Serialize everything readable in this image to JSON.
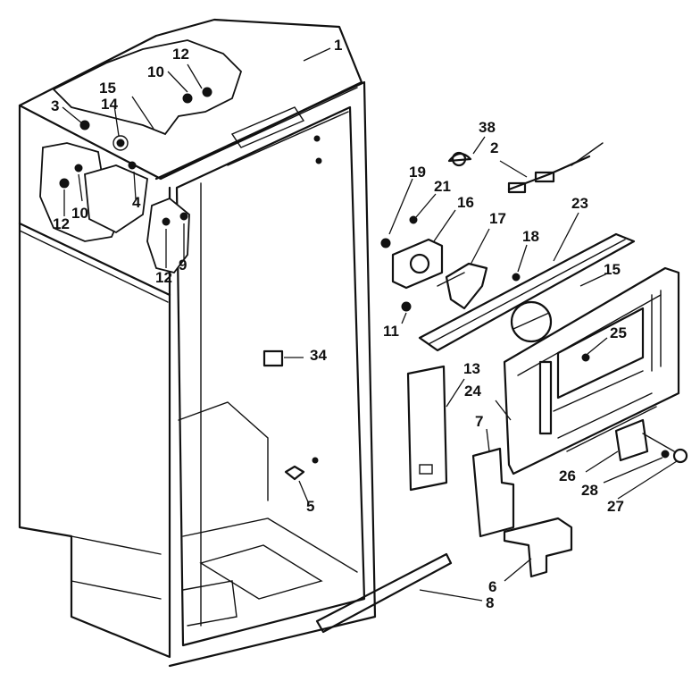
{
  "labels": {
    "l1": "1",
    "l2": "2",
    "l3": "3",
    "l4": "4",
    "l5": "5",
    "l6": "6",
    "l7": "7",
    "l8": "8",
    "l9": "9",
    "l10a": "10",
    "l10b": "10",
    "l11": "11",
    "l12a": "12",
    "l12b": "12",
    "l12c": "12",
    "l13": "13",
    "l14": "14",
    "l15a": "15",
    "l15b": "15",
    "l16": "16",
    "l17": "17",
    "l18": "18",
    "l19": "19",
    "l21": "21",
    "l23": "23",
    "l24": "24",
    "l25": "25",
    "l26": "26",
    "l27": "27",
    "l28": "28",
    "l34": "34",
    "l38": "38"
  }
}
